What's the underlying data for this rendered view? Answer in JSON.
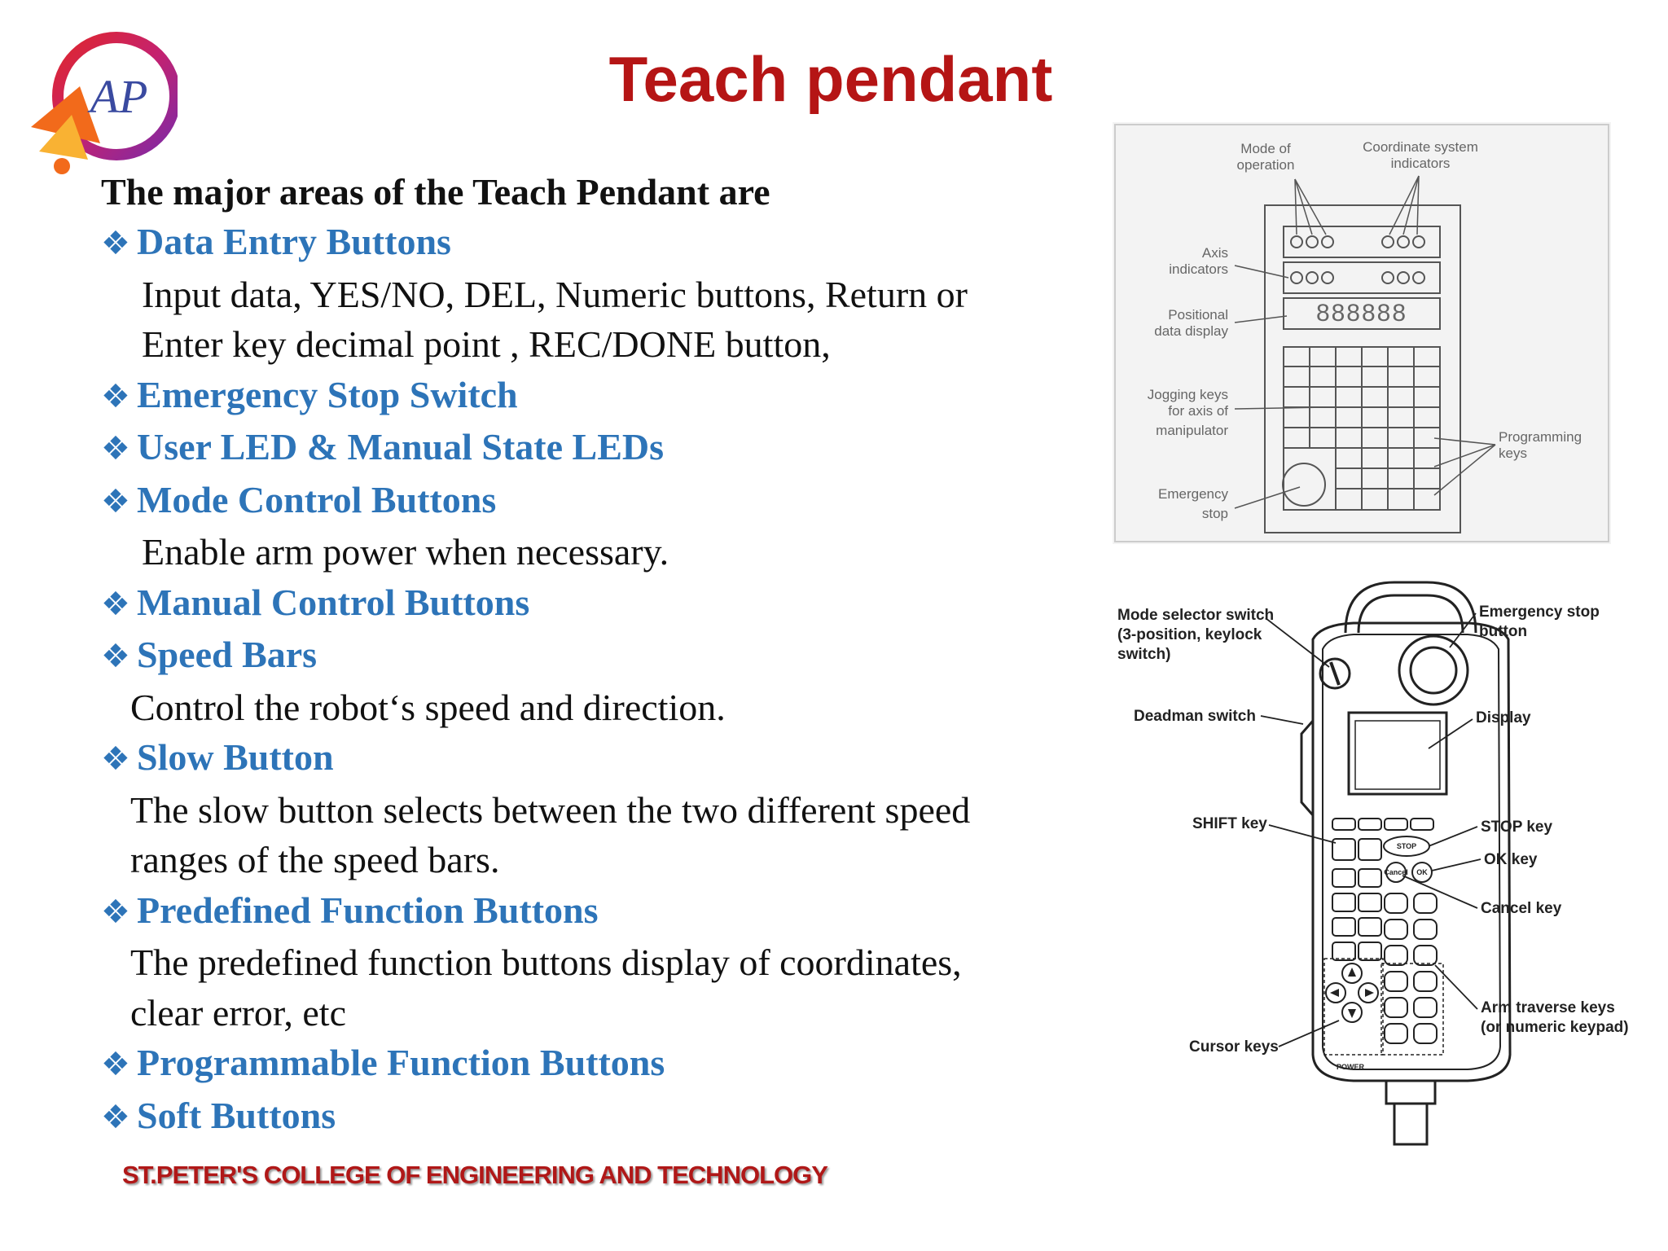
{
  "title": "Teach pendant",
  "intro": "The major areas of the Teach Pendant are",
  "bullet_symbol": "❖",
  "items": [
    {
      "label": "Data Entry Buttons",
      "desc": [
        "Input data, YES/NO, DEL, Numeric buttons, Return or",
        "Enter key decimal point , REC/DONE button,"
      ]
    },
    {
      "label": "Emergency Stop Switch"
    },
    {
      "label": "User LED & Manual State LEDs"
    },
    {
      "label": "Mode Control Buttons",
      "desc": [
        "Enable arm power when necessary."
      ]
    },
    {
      "label": "Manual Control Buttons"
    },
    {
      "label": "Speed Bars",
      "desc": [
        "Control the robot‘s speed and direction."
      ]
    },
    {
      "label": "Slow Button",
      "desc": [
        "The slow button selects between the two different speed",
        "ranges of the speed bars."
      ]
    },
    {
      "label": "Predefined Function Buttons",
      "desc": [
        "The predefined function buttons display of coordinates,",
        "clear error, etc"
      ]
    },
    {
      "label": "Programmable Function Buttons"
    },
    {
      "label": "Soft Buttons"
    }
  ],
  "footer": "ST.PETER'S COLLEGE OF ENGINEERING AND TECHNOLOGY",
  "logo_text": "AP",
  "fig1_labels": {
    "mode_of_operation": [
      "Mode of",
      "operation"
    ],
    "coordinate_system": [
      "Coordinate system",
      "indicators"
    ],
    "axis_indicators": [
      "Axis",
      "indicators"
    ],
    "positional_data": [
      "Positional",
      "data display"
    ],
    "jogging_keys": [
      "Jogging keys",
      "for axis of",
      "manipulator"
    ],
    "programming_keys": [
      "Programming",
      "keys"
    ],
    "emergency_stop": [
      "Emergency",
      "stop"
    ],
    "display_digits": "888888"
  },
  "fig2_labels": {
    "mode_selector": [
      "Mode selector switch",
      "(3-position, keylock",
      "switch)"
    ],
    "emergency_stop_button": [
      "Emergency stop",
      "button"
    ],
    "deadman": "Deadman switch",
    "display": "Display",
    "shift": "SHIFT key",
    "stop": "STOP key",
    "ok": "OK key",
    "cancel": "Cancel key",
    "arm_traverse": [
      "Arm traverse keys",
      "(or numeric keypad)"
    ],
    "cursor": "Cursor keys",
    "stop_btn": "STOP",
    "ok_btn": "OK",
    "cancel_btn": "Cancel",
    "power": "POWER"
  },
  "colors": {
    "title": "#b51515",
    "bullets": "#2d74b8",
    "footer": "#b01818"
  }
}
